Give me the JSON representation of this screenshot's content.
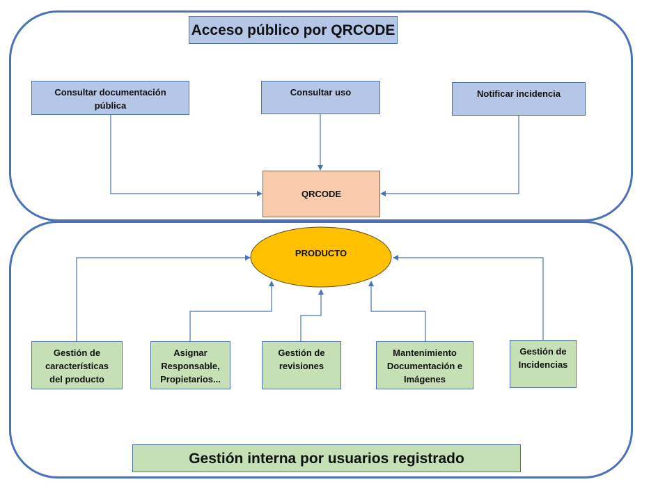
{
  "public_section": {
    "title": "Acceso público por QRCODE",
    "actions": [
      {
        "label": "Consultar documentación pública"
      },
      {
        "label": "Consultar uso"
      },
      {
        "label": "Notificar incidencia"
      }
    ],
    "target": {
      "label": "QRCODE"
    }
  },
  "internal_section": {
    "title": "Gestión interna por usuarios registrado",
    "target": {
      "label": "PRODUCTO"
    },
    "actions": [
      {
        "label": "Gestión de características del producto"
      },
      {
        "label": "Asignar Responsable, Propietarios..."
      },
      {
        "label": "Gestión de revisiones"
      },
      {
        "label": "Mantenimiento Documentación e Imágenes"
      },
      {
        "label": "Gestión de Incidencias"
      }
    ]
  },
  "colors": {
    "panel_border": "#4a72b8",
    "public_box": "#b4c7e7",
    "internal_box": "#c5e0b4",
    "qrcode_box": "#f8cbad",
    "producto": "#ffc000",
    "connector": "#4a72b8"
  }
}
